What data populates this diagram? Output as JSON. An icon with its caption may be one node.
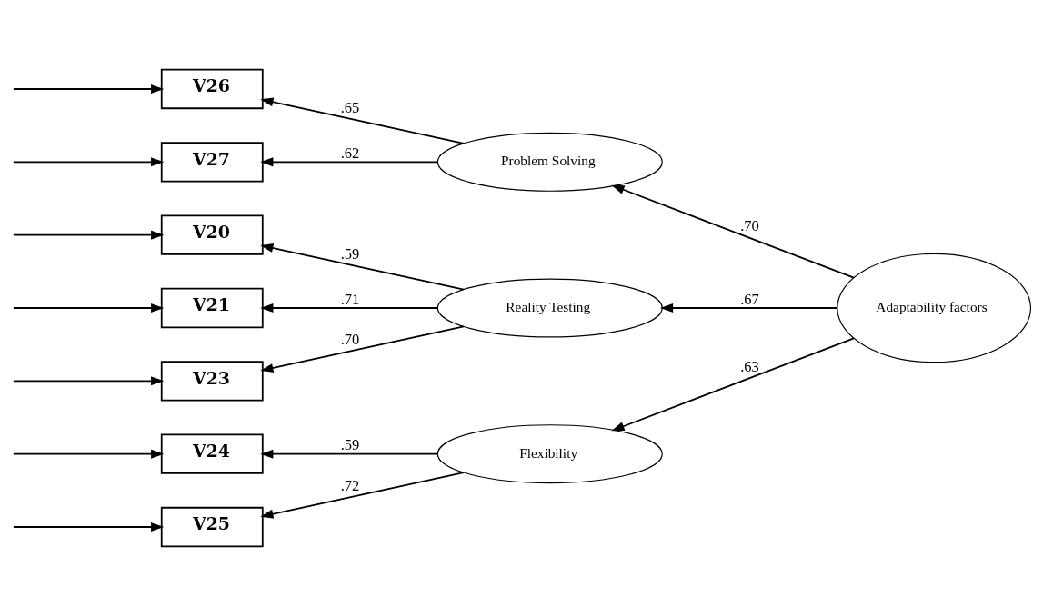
{
  "diagram": {
    "nodes": [
      {
        "text": [
          "V26"
        ]
      },
      {
        "text": [
          "V27"
        ]
      },
      {
        "text": [
          "Problem Solving"
        ]
      },
      {
        "text": [
          "V20"
        ]
      },
      {
        "text": [
          "Reality Testing"
        ]
      },
      {
        "text": [
          "V21"
        ]
      },
      {
        "text": [
          "V23"
        ]
      },
      {
        "text": [
          "V24"
        ]
      },
      {
        "text": [
          "Flexibility"
        ]
      },
      {
        "text": [
          "V25"
        ]
      },
      {
        "text": [
          "Adaptability factors"
        ]
      }
    ],
    "edges": [
      {
        "from": null,
        "to": 0,
        "arrow": "to"
      },
      {
        "from": null,
        "to": 1,
        "arrow": "to"
      },
      {
        "from": null,
        "to": 3,
        "arrow": "to"
      },
      {
        "from": null,
        "to": 5,
        "arrow": "to"
      },
      {
        "from": null,
        "to": 6,
        "arrow": "to"
      },
      {
        "from": null,
        "to": 7,
        "arrow": "to"
      },
      {
        "from": null,
        "to": 9,
        "arrow": "to"
      },
      {
        "from": 2,
        "to": 0,
        "arrow": "to",
        "label": ".65"
      },
      {
        "from": 2,
        "to": 1,
        "arrow": "to",
        "label": ".62"
      },
      {
        "from": 4,
        "to": 3,
        "arrow": "to",
        "label": ".59"
      },
      {
        "from": 4,
        "to": 5,
        "arrow": "to",
        "label": ".71"
      },
      {
        "from": 4,
        "to": 6,
        "arrow": "to",
        "label": ".70"
      },
      {
        "from": 8,
        "to": 7,
        "arrow": "to",
        "label": ".59"
      },
      {
        "from": 8,
        "to": 9,
        "arrow": "to",
        "label": ".72"
      },
      {
        "from": 10,
        "to": 2,
        "arrow": "to",
        "label": ".70"
      },
      {
        "from": 10,
        "to": 4,
        "arrow": "to",
        "label": ".67"
      },
      {
        "from": 10,
        "to": 8,
        "arrow": "to",
        "label": ".63"
      }
    ]
  }
}
